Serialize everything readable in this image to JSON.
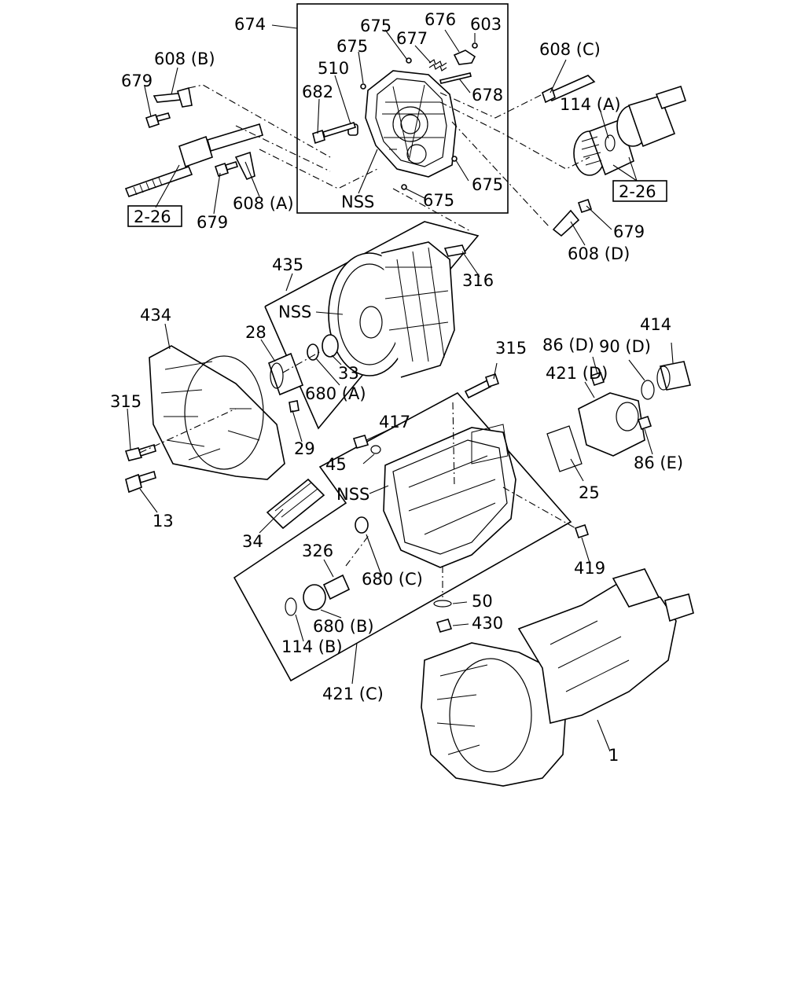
{
  "diagram": {
    "callouts": {
      "c674": "674",
      "c675a": "675",
      "c676": "676",
      "c603": "603",
      "c675b": "675",
      "c677": "677",
      "c510": "510",
      "c682": "682",
      "c678": "678",
      "c675c": "675",
      "c675d": "675",
      "c_nss_top": "NSS",
      "c608b": "608 (B)",
      "c679a": "679",
      "c608a": "608 (A)",
      "c679b": "679",
      "c226a": "2-26",
      "c608c": "608 (C)",
      "c114a": "114 (A)",
      "c226b": "2-26",
      "c679c": "679",
      "c608d": "608 (D)",
      "c435": "435",
      "c316": "316",
      "c_nss_435": "NSS",
      "c434": "434",
      "c28": "28",
      "c33": "33",
      "c680a": "680 (A)",
      "c29": "29",
      "c315a": "315",
      "c13": "13",
      "c34": "34",
      "c315b": "315",
      "c417": "417",
      "c45": "45",
      "c_nss_mid": "NSS",
      "c86d": "86 (D)",
      "c90d": "90 (D)",
      "c414": "414",
      "c421d": "421 (D)",
      "c25": "25",
      "c86e": "86 (E)",
      "c419": "419",
      "c326": "326",
      "c680c": "680 (C)",
      "c680b": "680 (B)",
      "c114b": "114 (B)",
      "c50": "50",
      "c430": "430",
      "c421c": "421 (C)",
      "c1": "1"
    }
  }
}
